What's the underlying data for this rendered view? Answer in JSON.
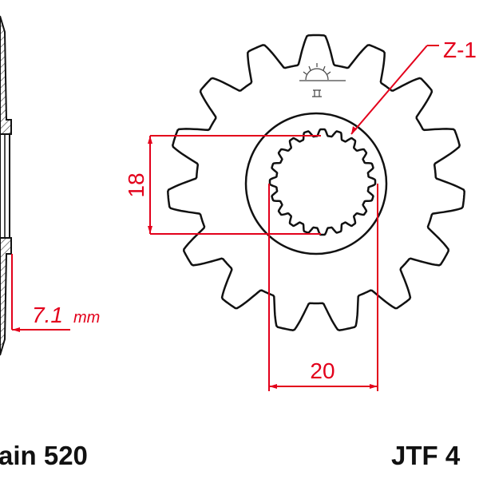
{
  "drawing": {
    "teeth_label": "Z-1",
    "pitch_dim": "18",
    "spline_dim": "20",
    "thickness_value": "7.1",
    "thickness_unit": "mm",
    "chain_label": "ain 520",
    "part_label": "JTF 4",
    "colors": {
      "dimension": "#e3001b",
      "outline": "#111111"
    }
  }
}
